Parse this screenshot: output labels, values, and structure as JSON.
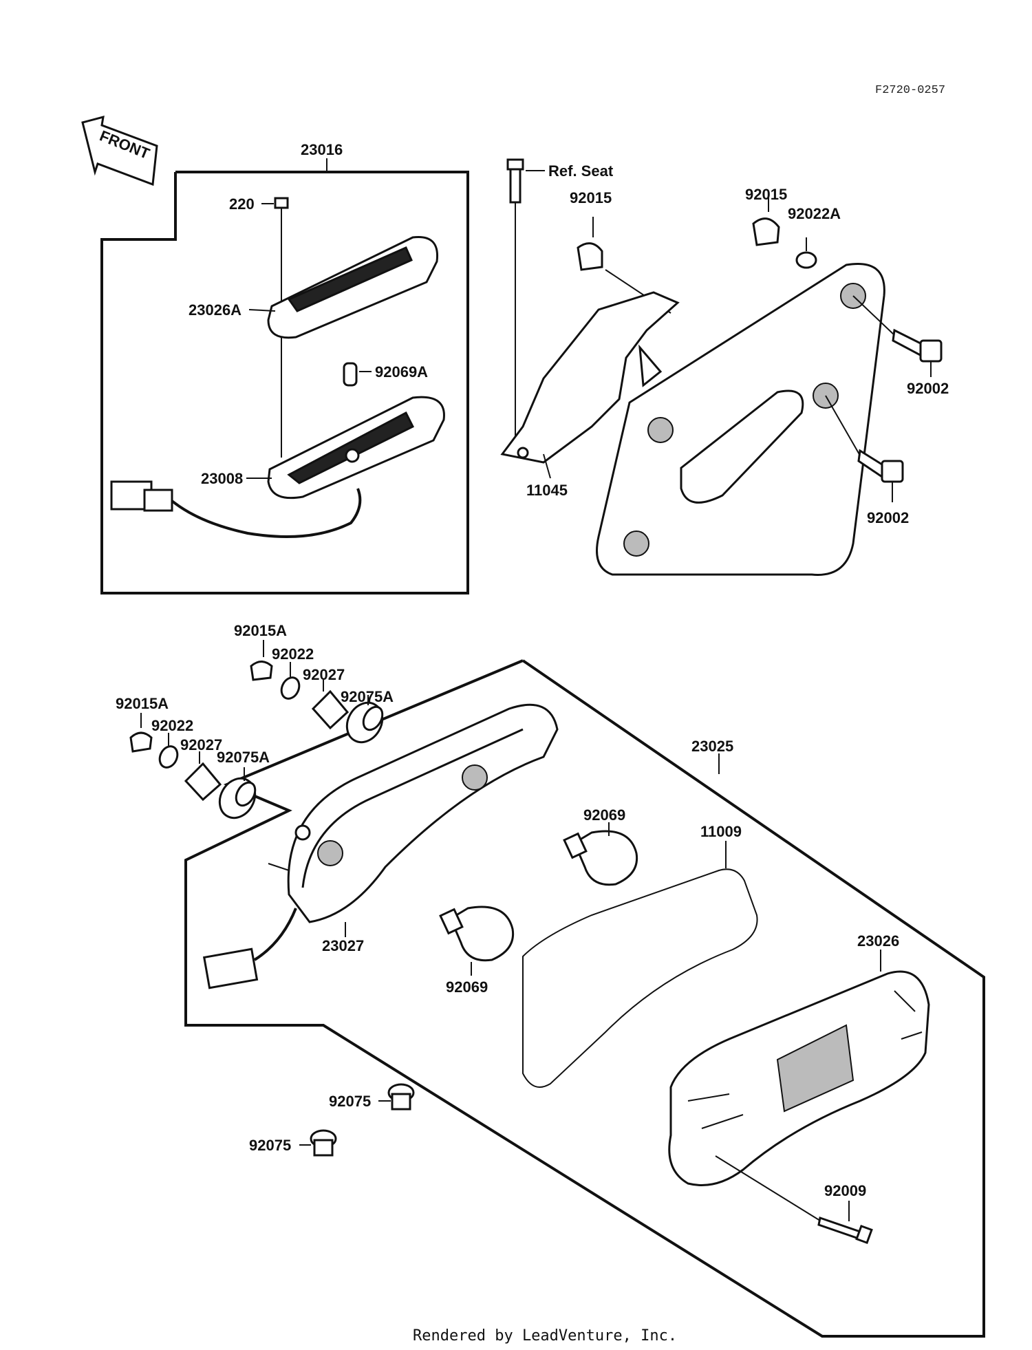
{
  "diagram_code": "F2720-0257",
  "front_label": "FRONT",
  "ref_seat": "Ref. Seat",
  "footer": "Rendered by LeadVenture, Inc.",
  "labels": {
    "l23016": "23016",
    "l220": "220",
    "l23026A": "23026A",
    "l92069A": "92069A",
    "l23008": "23008",
    "l92015_top": "92015",
    "l92015_right": "92015",
    "l92022A": "92022A",
    "l92002_top": "92002",
    "l92002_bottom": "92002",
    "l11045": "11045",
    "l92015A_a": "92015A",
    "l92022_a": "92022",
    "l92027_a": "92027",
    "l92075A_a": "92075A",
    "l92015A_b": "92015A",
    "l92022_b": "92022",
    "l92027_b": "92027",
    "l92075A_b": "92075A",
    "l23025": "23025",
    "l92069_top": "92069",
    "l11009": "11009",
    "l23027": "23027",
    "l92069_bottom": "92069",
    "l23026": "23026",
    "l92075_a": "92075",
    "l92075_b": "92075",
    "l92009": "92009"
  }
}
